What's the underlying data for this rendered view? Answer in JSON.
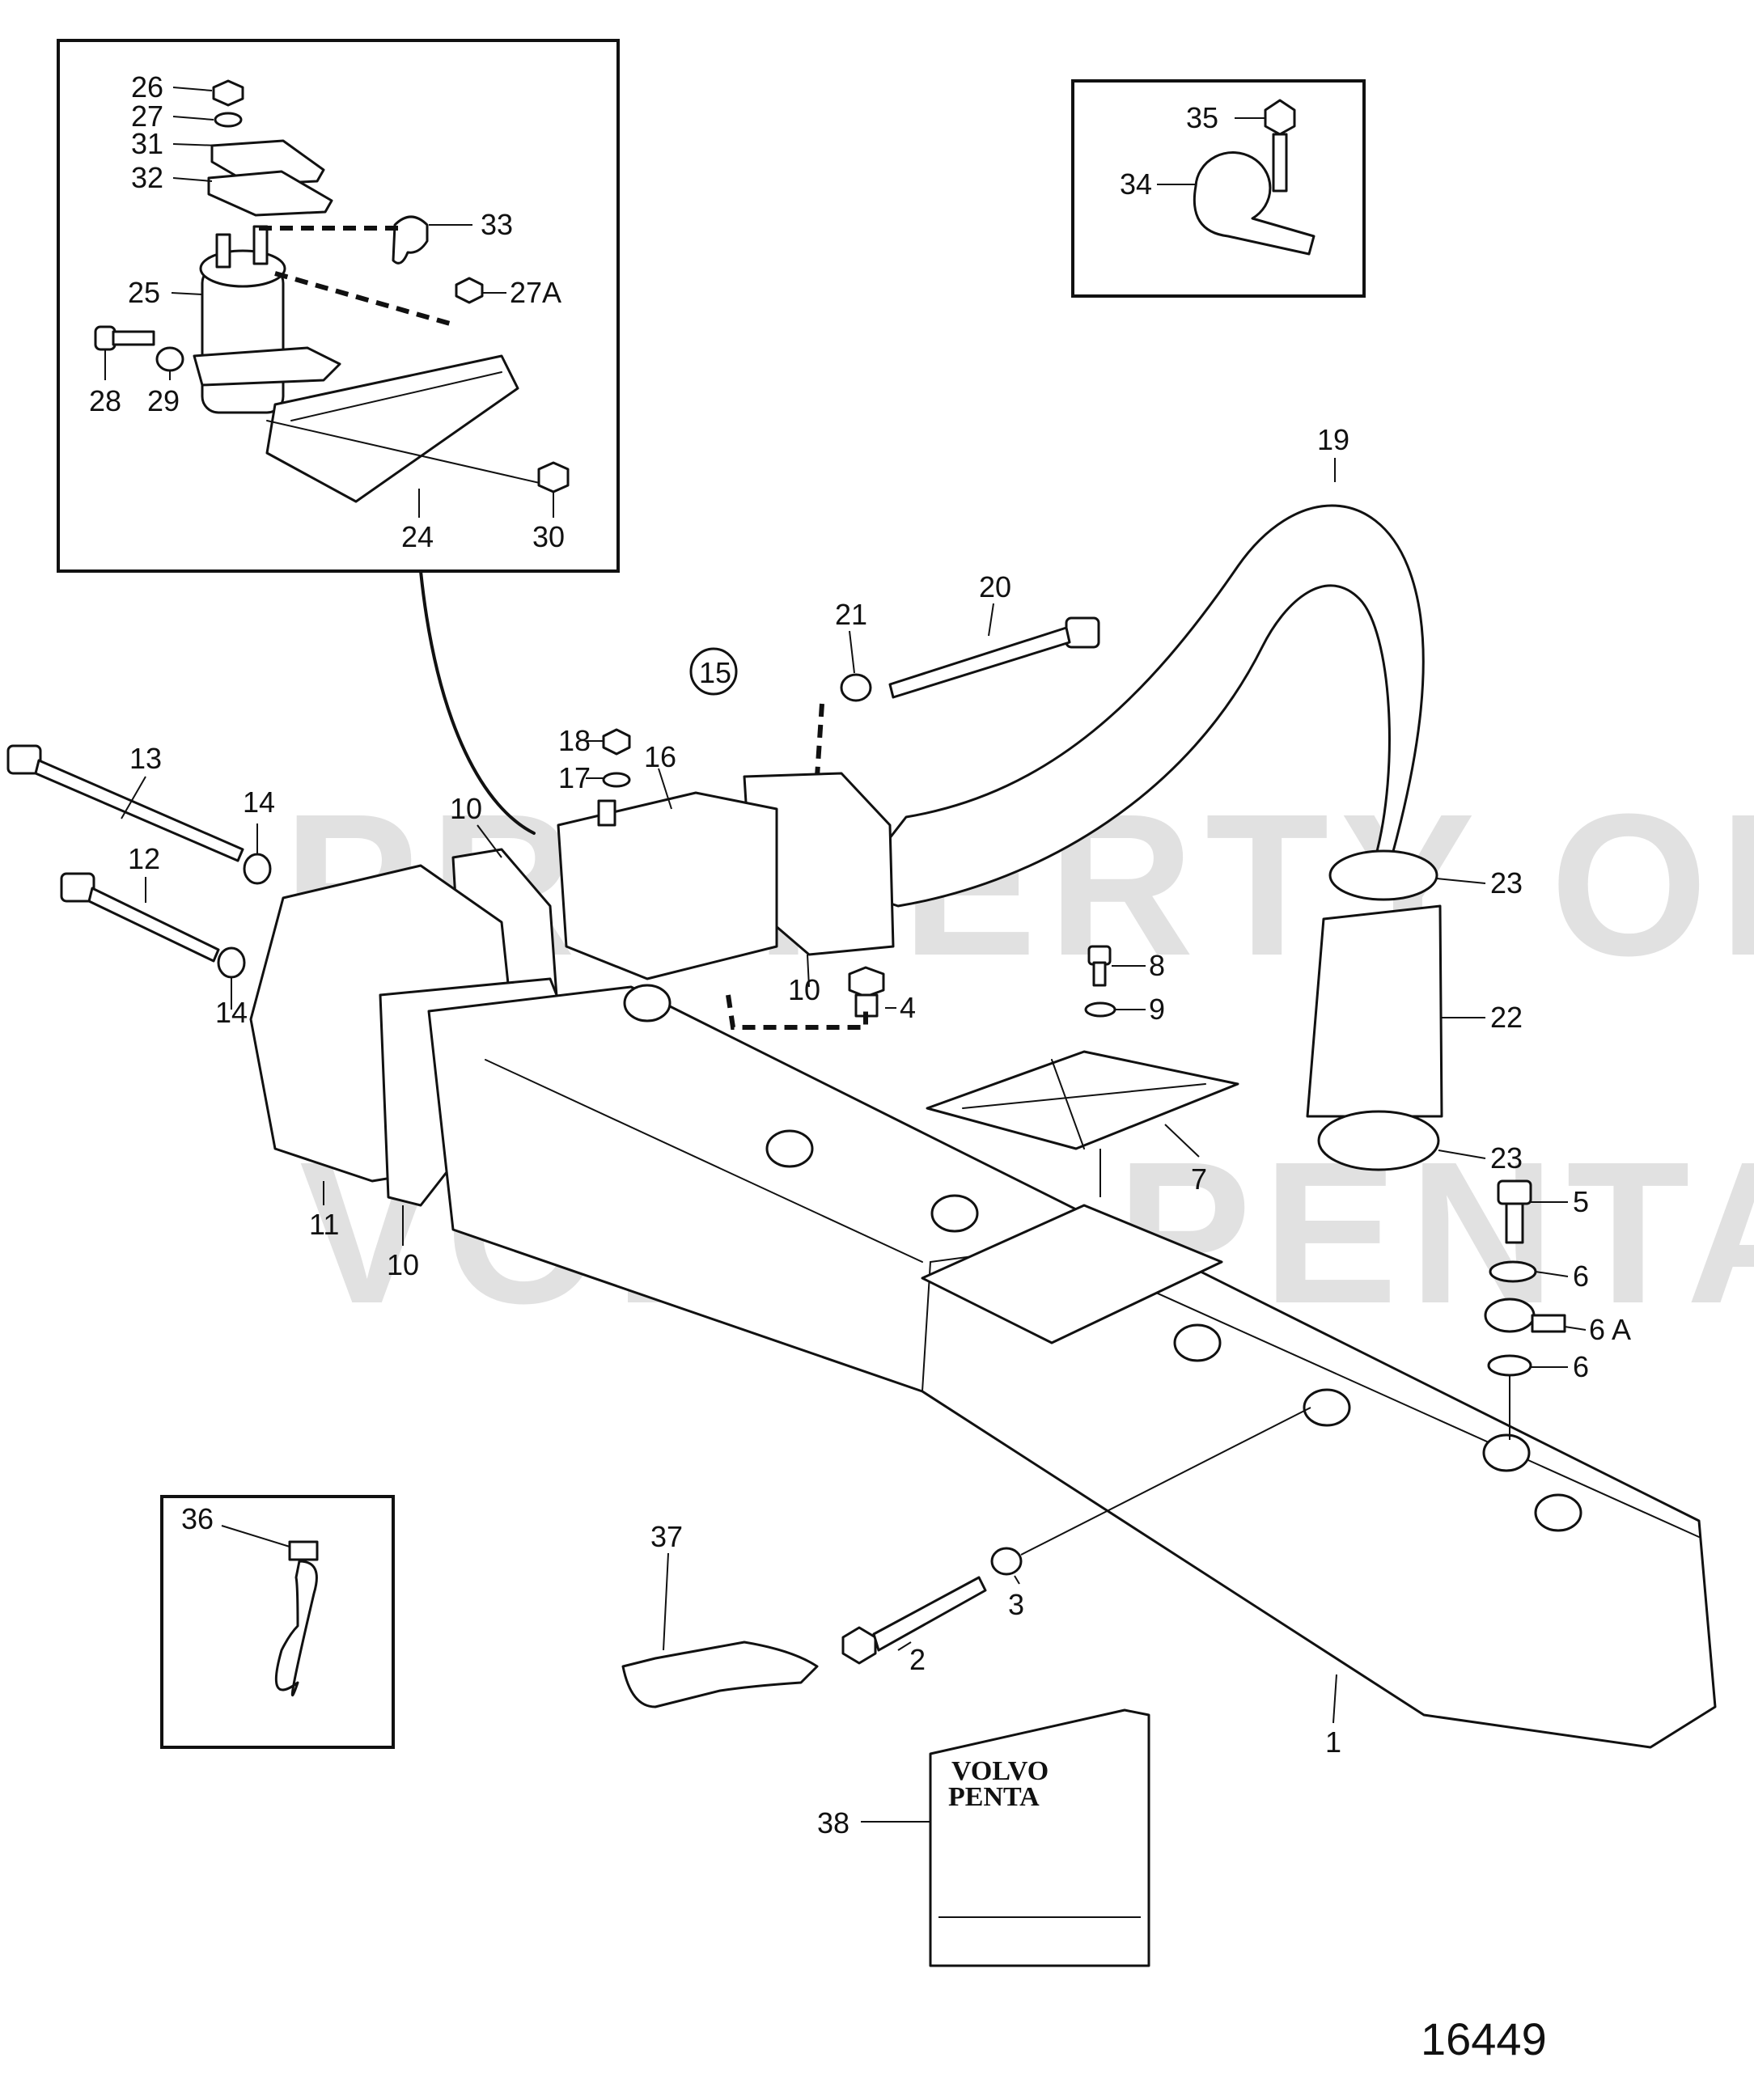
{
  "watermark": {
    "line1": "PROPERTY OF",
    "line2": "VOLVO PENTA"
  },
  "drawing_number": "16449",
  "group_marker": "15",
  "brand_book": {
    "line1": "VOLVO",
    "line2": "PENTA"
  },
  "callouts": [
    {
      "id": "c26",
      "text": "26"
    },
    {
      "id": "c27",
      "text": "27"
    },
    {
      "id": "c31",
      "text": "31"
    },
    {
      "id": "c32",
      "text": "32"
    },
    {
      "id": "c33",
      "text": "33"
    },
    {
      "id": "c25",
      "text": "25"
    },
    {
      "id": "c27a",
      "text": "27A"
    },
    {
      "id": "c28",
      "text": "28"
    },
    {
      "id": "c29",
      "text": "29"
    },
    {
      "id": "c24",
      "text": "24"
    },
    {
      "id": "c30",
      "text": "30"
    },
    {
      "id": "c35",
      "text": "35"
    },
    {
      "id": "c34",
      "text": "34"
    },
    {
      "id": "c19",
      "text": "19"
    },
    {
      "id": "c20",
      "text": "20"
    },
    {
      "id": "c21",
      "text": "21"
    },
    {
      "id": "c18",
      "text": "18"
    },
    {
      "id": "c17",
      "text": "17"
    },
    {
      "id": "c16",
      "text": "16"
    },
    {
      "id": "c13",
      "text": "13"
    },
    {
      "id": "c14a",
      "text": "14"
    },
    {
      "id": "c12",
      "text": "12"
    },
    {
      "id": "c14b",
      "text": "14"
    },
    {
      "id": "c10a",
      "text": "10"
    },
    {
      "id": "c10b",
      "text": "10"
    },
    {
      "id": "c10c",
      "text": "10"
    },
    {
      "id": "c11",
      "text": "11"
    },
    {
      "id": "c4",
      "text": "4"
    },
    {
      "id": "c8",
      "text": "8"
    },
    {
      "id": "c9",
      "text": "9"
    },
    {
      "id": "c7",
      "text": "7"
    },
    {
      "id": "c23a",
      "text": "23"
    },
    {
      "id": "c22",
      "text": "22"
    },
    {
      "id": "c23b",
      "text": "23"
    },
    {
      "id": "c5",
      "text": "5"
    },
    {
      "id": "c6a",
      "text": "6"
    },
    {
      "id": "c6A",
      "text": "6 A"
    },
    {
      "id": "c6b",
      "text": "6"
    },
    {
      "id": "c36",
      "text": "36"
    },
    {
      "id": "c37",
      "text": "37"
    },
    {
      "id": "c3",
      "text": "3"
    },
    {
      "id": "c2",
      "text": "2"
    },
    {
      "id": "c1",
      "text": "1"
    },
    {
      "id": "c38",
      "text": "38"
    }
  ]
}
